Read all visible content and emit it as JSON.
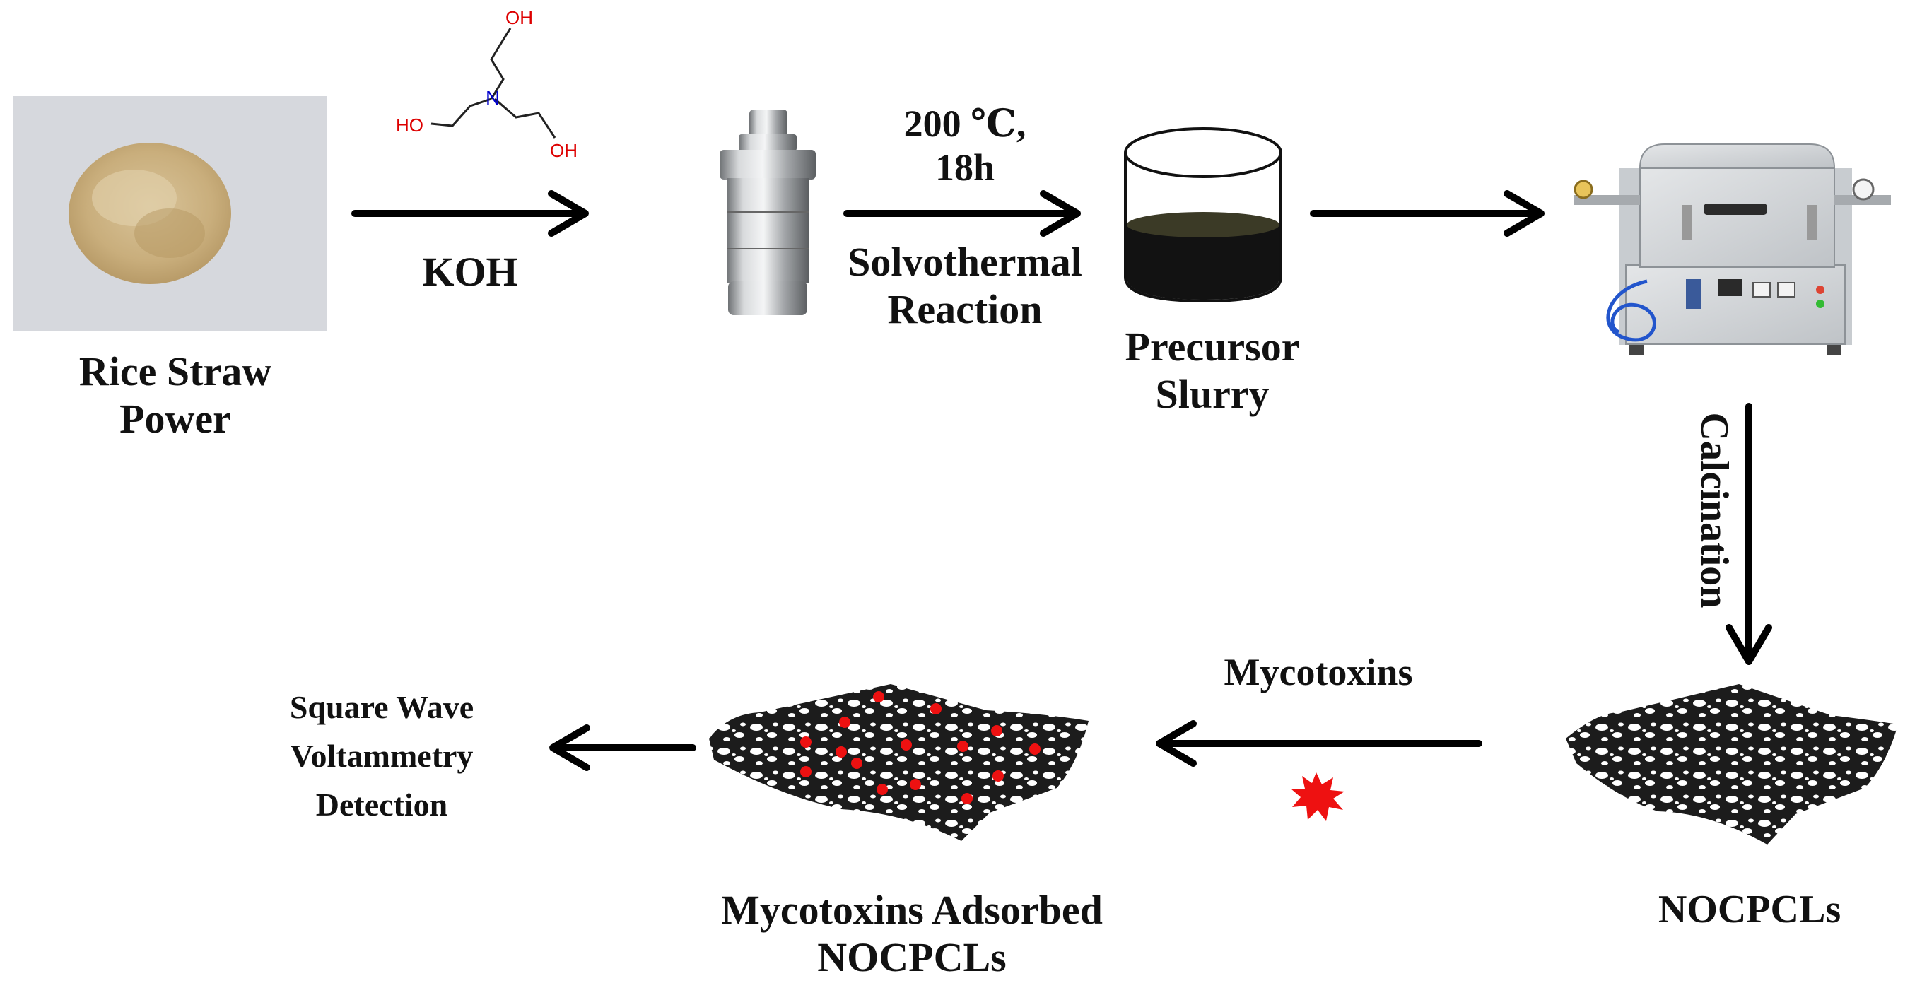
{
  "colors": {
    "arrow": "#000000",
    "label_text": "#111111",
    "mycotoxin_marker": "#ee1111",
    "oxygen_atom": "#dd0000",
    "nitrogen_atom": "#0000cc"
  },
  "icons": {
    "rice_straw_powder": "rice-straw-powder-photo",
    "molecule": "triethanolamine-molecule-icon",
    "autoclave": "autoclave-reactor-icon",
    "beaker": "precursor-beaker-icon",
    "furnace": "tube-furnace-icon",
    "carbon_sheet": "porous-carbon-sheet-icon",
    "mycotoxin": "mycotoxin-star-icon"
  },
  "steps": {
    "raw_material": {
      "lines": [
        "Rice Straw",
        "Power"
      ]
    },
    "reagent": {
      "label": "KOH"
    },
    "molecule_atoms": {
      "oh_top": "OH",
      "oh_left": "HO",
      "oh_right": "OH",
      "nitrogen": "N"
    },
    "reaction_conditions": {
      "lines": [
        "200 ℃,",
        "18h"
      ]
    },
    "reaction": {
      "lines": [
        "Solvothermal",
        "Reaction"
      ]
    },
    "precursor": {
      "lines": [
        "Precursor",
        "Slurry"
      ]
    },
    "calcination": {
      "label": "Calcination"
    },
    "product": {
      "label": "NOCPCLs"
    },
    "adsorbate": {
      "label": "Mycotoxins"
    },
    "adsorbed_product": {
      "lines": [
        "Mycotoxins Adsorbed",
        "NOCPCLs"
      ]
    },
    "detection": {
      "lines": [
        "Square Wave",
        "Voltammetry",
        "Detection"
      ]
    }
  }
}
